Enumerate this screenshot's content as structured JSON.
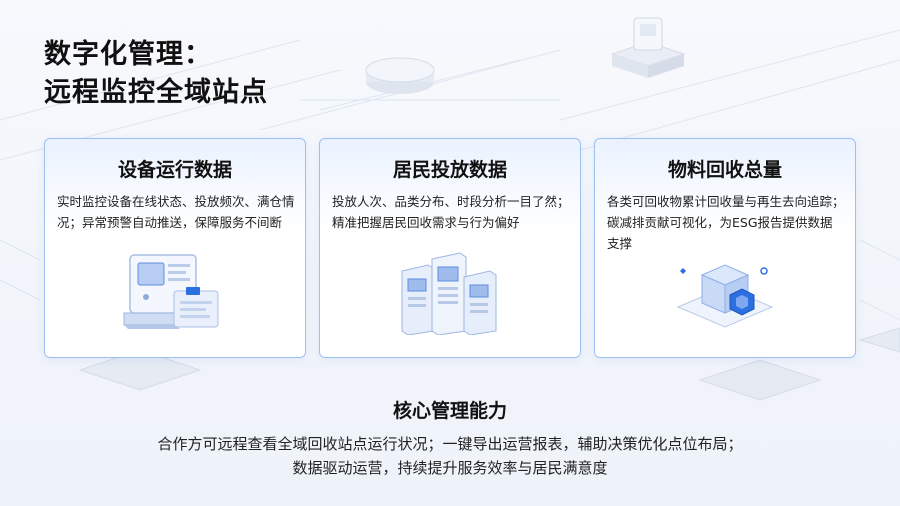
{
  "slide": {
    "title_line1": "数字化管理：",
    "title_line2": "远程监控全域站点"
  },
  "cards": [
    {
      "title": "设备运行数据",
      "desc": "实时监控设备在线状态、投放频次、满仓情况；异常预警自动推送，保障服务不间断",
      "icon": "terminal-device-icon"
    },
    {
      "title": "居民投放数据",
      "desc": "投放人次、品类分布、时段分析一目了然；精准把握居民回收需求与行为偏好",
      "icon": "server-racks-icon"
    },
    {
      "title": "物料回收总量",
      "desc": "各类可回收物累计回收量与再生去向追踪；碳减排贡献可视化，为ESG报告提供数据支撑",
      "icon": "data-cubes-icon"
    }
  ],
  "core": {
    "title": "核心管理能力",
    "line1": "合作方可远程查看全域回收站点运行状况；一键导出运营报表，辅助决策优化点位布局；",
    "line2": "数据驱动运营，持续提升服务效率与居民满意度"
  },
  "colors": {
    "accent": "#2b6fe0",
    "card_border": "#9cc0f0"
  }
}
